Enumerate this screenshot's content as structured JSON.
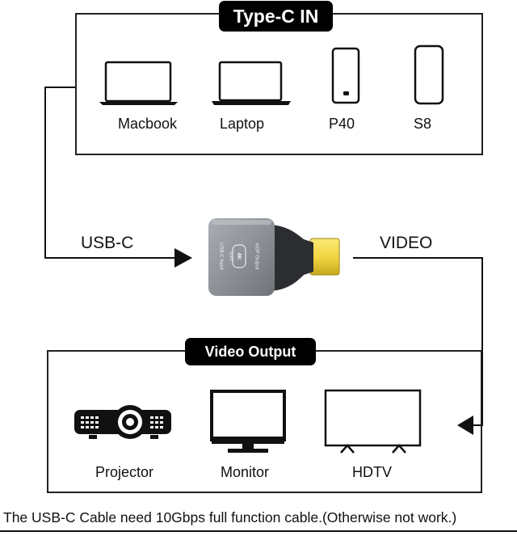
{
  "top_section": {
    "title": "Type-C IN",
    "devices": [
      {
        "label": "Macbook",
        "icon": "laptop-icon"
      },
      {
        "label": "Laptop",
        "icon": "laptop-icon"
      },
      {
        "label": "P40",
        "icon": "smartphone-icon"
      },
      {
        "label": "S8",
        "icon": "smartphone-icon"
      }
    ]
  },
  "connection": {
    "input_label": "USB-C",
    "output_label": "VIDEO"
  },
  "adapter": {
    "left_text": "USB-C Input",
    "right_text": "mDP Output",
    "badge_top": "4K",
    "badge_bottom": "60Hz",
    "colors": {
      "body": "#8d9298",
      "tip": "#2b2d30",
      "plug": "#f2d640"
    }
  },
  "bottom_section": {
    "title": "Video Output",
    "devices": [
      {
        "label": "Projector",
        "icon": "projector-icon"
      },
      {
        "label": "Monitor",
        "icon": "monitor-icon"
      },
      {
        "label": "HDTV",
        "icon": "tv-icon"
      }
    ]
  },
  "footer_note": "The USB-C Cable need 10Gbps full function cable.(Otherwise not work.)"
}
